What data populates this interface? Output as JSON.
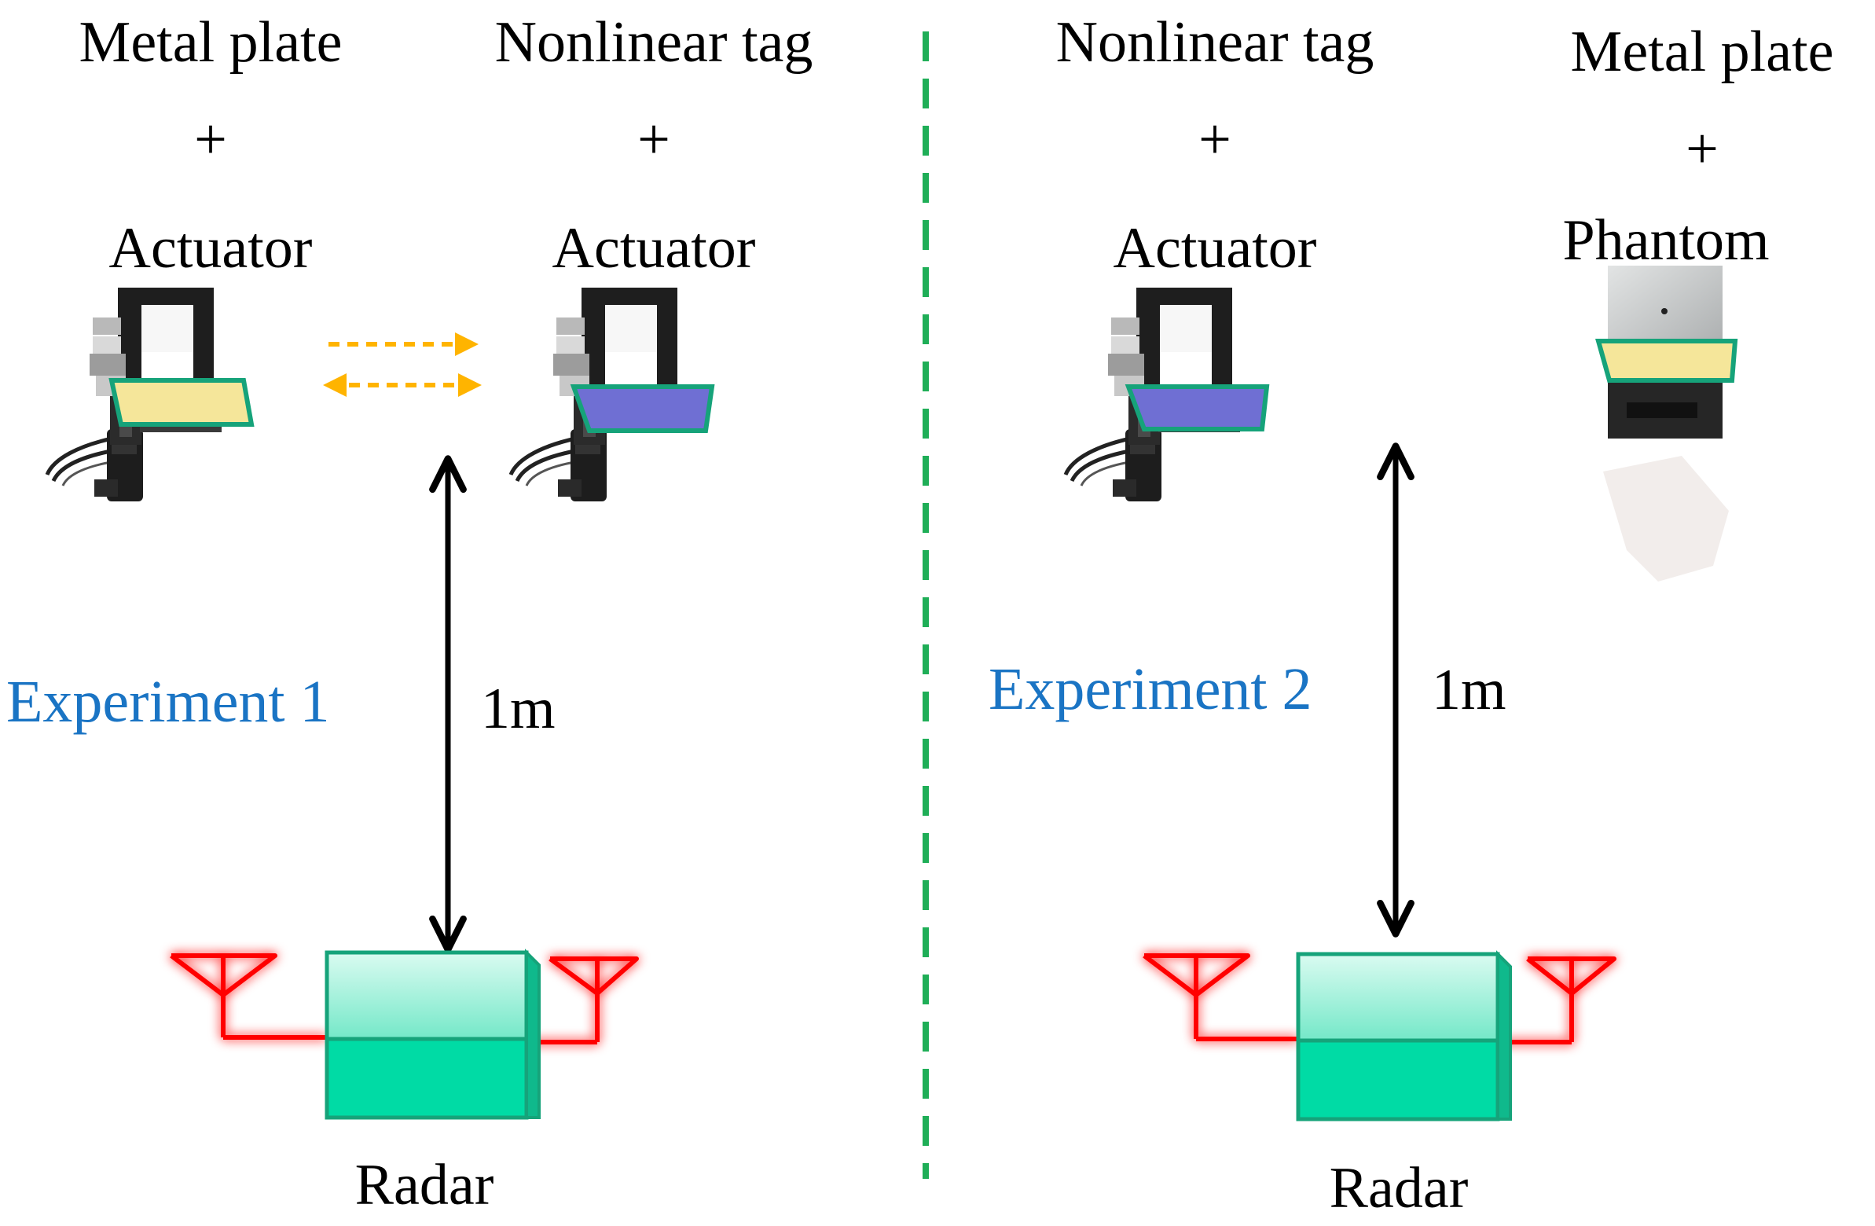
{
  "colors": {
    "divider": "#1fae57",
    "exp_label": "#1a74c4",
    "metal_plate": "#f5e69a",
    "nonlinear_tag": "#6f6fd3",
    "tag_border": "#16a37a",
    "radar_body": "#00dba5",
    "radar_top": "#a8f4df",
    "antenna": "#ff0000",
    "motion_arrow": "#ffb400",
    "distance_arrow": "#000000",
    "actuator": "#1b1b1b",
    "phantom": "#c9cbcb"
  },
  "exp1": {
    "left": {
      "title": "Metal plate",
      "plus": "+",
      "device": "Actuator"
    },
    "right": {
      "title": "Nonlinear tag",
      "plus": "+",
      "device": "Actuator"
    },
    "label": "Experiment 1",
    "distance": "1m",
    "radar_label": "Radar"
  },
  "exp2": {
    "left": {
      "title": "Nonlinear tag",
      "plus": "+",
      "device": "Actuator"
    },
    "right": {
      "title": "Metal plate",
      "plus": "+",
      "device": "Phantom"
    },
    "label": "Experiment 2",
    "distance": "1m",
    "radar_label": "Radar"
  },
  "icons": {
    "actuator": "actuator-photo",
    "phantom": "phantom-photo",
    "radar": "radar-module",
    "antenna": "antenna-icon"
  }
}
